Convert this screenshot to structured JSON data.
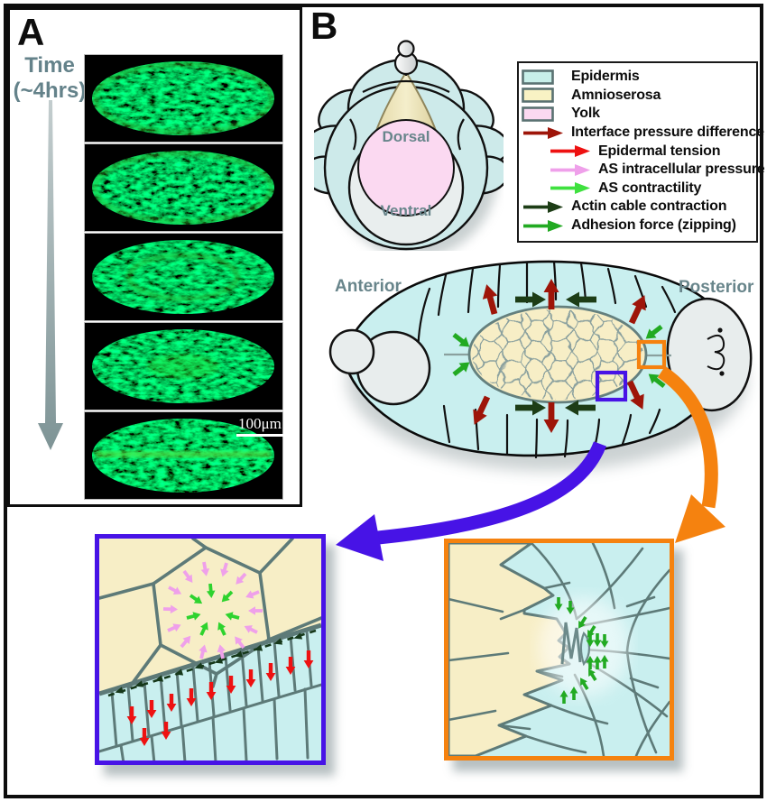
{
  "panelA": {
    "label": "A",
    "time_label": [
      "Time",
      "(~4hrs)"
    ],
    "scale_bar_label": "100μm",
    "micrograph_count": 5
  },
  "panelB": {
    "label": "B",
    "cross_section": {
      "dorsal_label": "Dorsal",
      "ventral_label": "Ventral"
    },
    "lateral_view": {
      "anterior_label": "Anterior",
      "posterior_label": "Posterior"
    },
    "legend": {
      "items": [
        {
          "label": "Epidermis",
          "type": "swatch",
          "color": "#c7efe9",
          "indent": false
        },
        {
          "label": "Amnioserosa",
          "type": "swatch",
          "color": "#f8f2c4",
          "indent": false
        },
        {
          "label": "Yolk",
          "type": "swatch",
          "color": "#fbd9f1",
          "indent": false
        },
        {
          "label": "Interface pressure difference",
          "type": "arrow",
          "color": "#9e1509",
          "indent": false
        },
        {
          "label": "Epidermal tension",
          "type": "arrow",
          "color": "#ee1111",
          "indent": true
        },
        {
          "label": "AS intracellular pressure",
          "type": "arrow",
          "color": "#efa0ea",
          "indent": true
        },
        {
          "label": "AS contractility",
          "type": "arrow",
          "color": "#3fe13f",
          "indent": true
        },
        {
          "label": "Actin cable contraction",
          "type": "arrow",
          "color": "#1d3d16",
          "indent": false
        },
        {
          "label": "Adhesion force (zipping)",
          "type": "arrow",
          "color": "#22aa22",
          "indent": false
        }
      ]
    }
  },
  "colors": {
    "epidermis": "#c9efef",
    "amnioserosa": "#f7eec6",
    "yolk": "#fbd9f1",
    "interface_pressure_difference": "#9e1509",
    "epidermal_tension": "#ee1111",
    "as_intracellular_pressure": "#efa0ea",
    "as_contractility": "#3fe13f",
    "actin_cable_contraction": "#1d3d16",
    "adhesion_force_zipping": "#22aa22",
    "purple_callout": "#4713e6",
    "orange_callout": "#f5820f",
    "annotation_gray": "#68858b"
  }
}
